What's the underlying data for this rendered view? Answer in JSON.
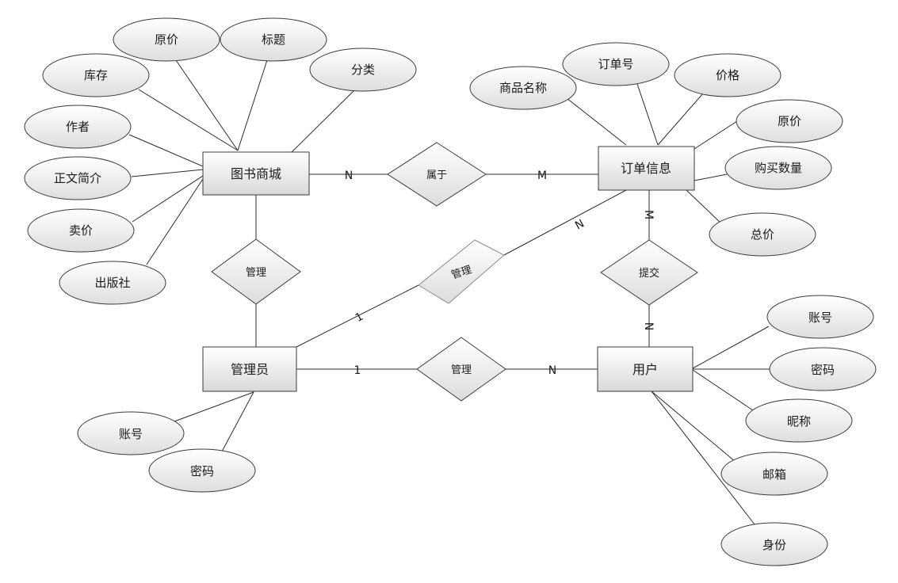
{
  "entities": {
    "bookstore": "图书商城",
    "order": "订单信息",
    "admin": "管理员",
    "user": "用户"
  },
  "relationships": {
    "belongs": "属于",
    "manage_store": "管理",
    "manage_order": "管理",
    "manage_user": "管理",
    "submit": "提交"
  },
  "attributes": {
    "bookstore": [
      "原价",
      "标题",
      "库存",
      "分类",
      "作者",
      "正文简介",
      "卖价",
      "出版社"
    ],
    "order": [
      "订单号",
      "商品名称",
      "价格",
      "原价",
      "购买数量",
      "总价"
    ],
    "admin": [
      "账号",
      "密码"
    ],
    "user": [
      "账号",
      "密码",
      "昵称",
      "邮箱",
      "身份"
    ]
  },
  "cardinalities": {
    "bookstore_belongs": "N",
    "order_belongs": "M",
    "order_manage": "N",
    "admin_manage_order": "1",
    "admin_manage_user": "1",
    "user_manage": "N",
    "order_submit": "M",
    "user_submit": "N"
  }
}
